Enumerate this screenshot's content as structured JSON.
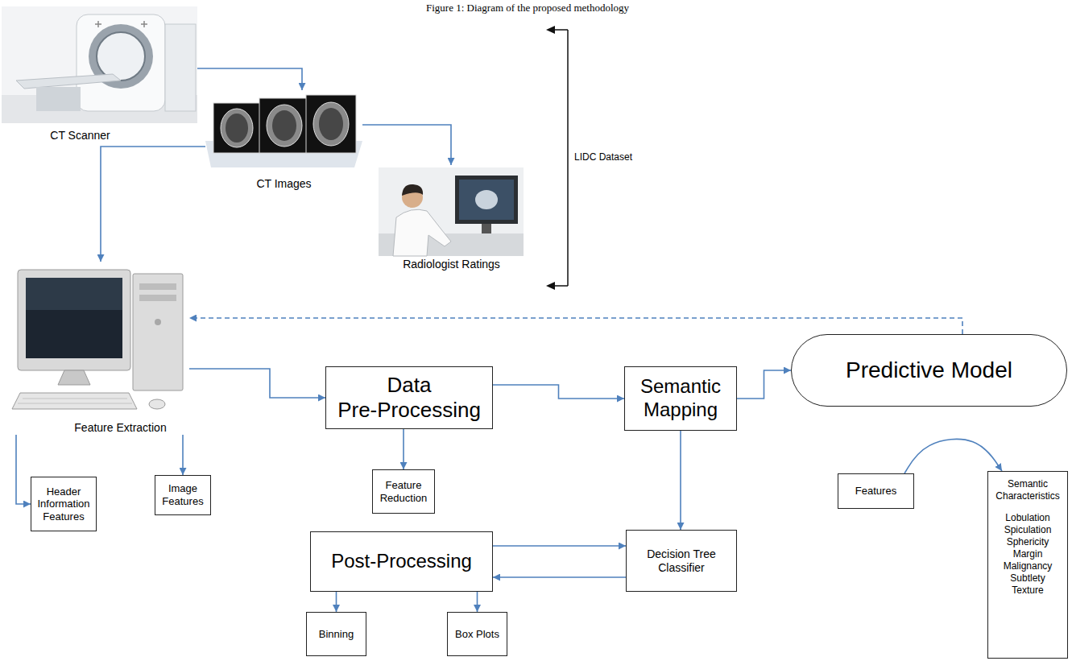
{
  "diagram": {
    "caption": "Figure 1: Diagram of the proposed methodology",
    "nodes": [
      {
        "text": [
          "CT Scanner"
        ]
      },
      {
        "text": [
          "CT Images"
        ]
      },
      {
        "text": [
          "Radiologist Ratings"
        ]
      },
      {
        "text": [
          "Feature Extraction"
        ]
      },
      {
        "text": [
          "Header Information Features"
        ]
      },
      {
        "text": [
          "Image Features"
        ]
      },
      {
        "text": [
          "Data Pre-Processing"
        ]
      },
      {
        "text": [
          "Feature Reduction"
        ]
      },
      {
        "text": [
          "Semantic Mapping"
        ]
      },
      {
        "text": [
          "Decision Tree Classifier"
        ]
      },
      {
        "text": [
          "Predictive Model"
        ]
      },
      {
        "text": [
          "Features"
        ]
      },
      {
        "text": [
          "Semantic Characteristics",
          "Lobulation",
          "Spiculation",
          "Sphericity",
          "Margin",
          "Malignancy",
          "Subtlety",
          "Texture"
        ]
      },
      {
        "text": [
          "Post-Processing"
        ]
      },
      {
        "text": [
          "Binning"
        ]
      },
      {
        "text": [
          "Box Plots"
        ]
      }
    ],
    "edges": [
      {
        "from": 0,
        "to": 1,
        "arrow": "to"
      },
      {
        "from": 1,
        "to": 2,
        "arrow": "to"
      },
      {
        "from": 1,
        "to": 3,
        "arrow": "to"
      },
      {
        "from": 3,
        "to": 4,
        "arrow": "to"
      },
      {
        "from": 3,
        "to": 5,
        "arrow": "to"
      },
      {
        "from": 3,
        "to": 6,
        "arrow": "to"
      },
      {
        "from": 6,
        "to": 7,
        "arrow": "to"
      },
      {
        "from": 6,
        "to": 8,
        "arrow": "to"
      },
      {
        "from": 8,
        "to": 9,
        "arrow": "to"
      },
      {
        "from": 8,
        "to": 10,
        "arrow": "to"
      },
      {
        "from": 13,
        "to": 9,
        "arrow": "to"
      },
      {
        "from": 9,
        "to": 13,
        "arrow": "to"
      },
      {
        "from": 13,
        "to": 14,
        "arrow": "to"
      },
      {
        "from": 13,
        "to": 15,
        "arrow": "to"
      },
      {
        "from": 11,
        "to": 12,
        "arrow": "to"
      },
      {
        "from": 10,
        "to": 3,
        "arrow": "to"
      }
    ],
    "labels": [
      "LIDC Dataset"
    ]
  }
}
